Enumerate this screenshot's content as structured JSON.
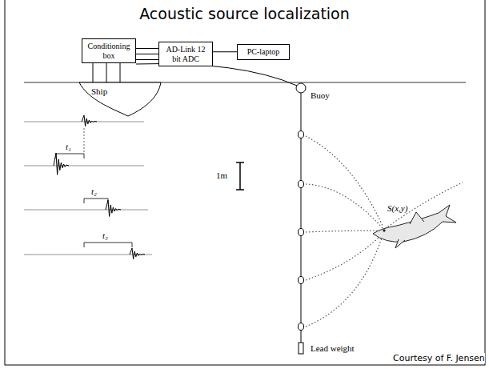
{
  "diagram": {
    "title": "Acoustic source localization",
    "nodes": [
      {
        "text": [
          "Conditioning box"
        ]
      },
      {
        "text": [
          "AD-Link 12 bit ADC"
        ]
      },
      {
        "text": [
          "PC-laptop"
        ]
      },
      {
        "text": [
          "Ship"
        ]
      }
    ],
    "edges": [
      {
        "from": 0,
        "to": 1,
        "arrow": "none"
      },
      {
        "from": 1,
        "to": 2,
        "arrow": "none"
      },
      {
        "from": 0,
        "to": 3,
        "arrow": "none"
      }
    ],
    "labels": [
      "Buoy",
      "1m",
      "S(x,y)",
      "t₁",
      "t₂",
      "t₃",
      "Lead weight",
      "Courtesy of F. Jensen"
    ]
  }
}
